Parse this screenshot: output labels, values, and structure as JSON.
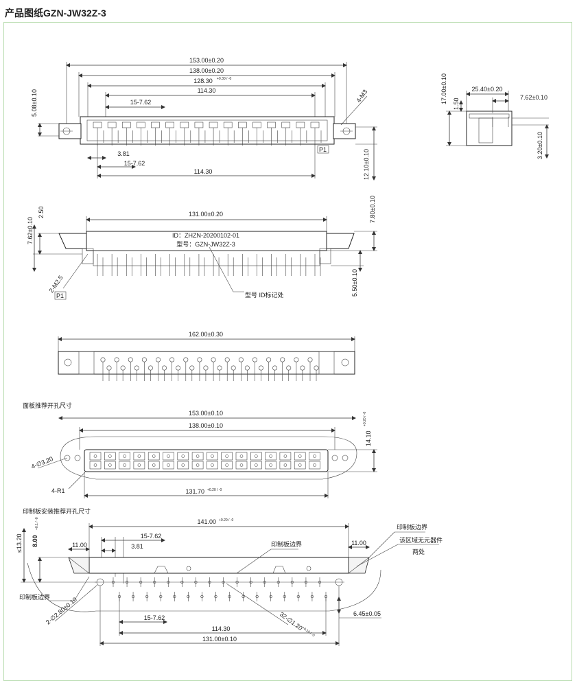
{
  "title": "产品图纸GZN-JW32Z-3",
  "top_view": {
    "d_overall": "153.00±0.20",
    "d_mid": "138.00±0.20",
    "d_inner_prefix": "128.30",
    "d_inner_tol": "+0.30 / -0",
    "d_pins_top": "114.30",
    "d_pitch_top": "15-7.62",
    "d_height_left": "5.08±0.10",
    "d_holes": "4-M3",
    "d_pin_spacing": "3.81",
    "d_pitch_bottom": "15-7.62",
    "d_pins_bottom": "114.30",
    "d_height_right": "12.10±0.10",
    "pin_marker": "P1"
  },
  "side_view": {
    "d_height": "17.00±0.10",
    "d_step": "1.50",
    "d_width": "25.40±0.20",
    "d_pin": "7.62±0.10",
    "d_bottom": "3.20±0.10"
  },
  "front_view": {
    "d_width": "131.00±0.20",
    "d_left_top": "2.50",
    "d_left": "7.62±0.10",
    "d_right_top": "7.80±0.10",
    "d_right_bottom": "5.50±0.10",
    "id_text": "ID：ZHZN-20200102-01",
    "model_text": "型号：GZN-JW32Z-3",
    "callout": "型号  ID标记处",
    "holes": "2-M2.5",
    "pin_marker": "P1"
  },
  "bottom_view": {
    "d_width": "162.00±0.30"
  },
  "panel_cutout": {
    "heading": "面板推荐开孔尺寸",
    "d_outer": "153.00±0.10",
    "d_mid": "138.00±0.10",
    "d_height": "14.10",
    "d_height_tol": "+0.20 / -0",
    "d_holes": "4-∅3.20",
    "d_radius": "4-R1",
    "d_bottom_prefix": "131.70",
    "d_bottom_tol": "+0.20 / -0"
  },
  "pcb_layout": {
    "heading": "印制板安装推荐开孔尺寸",
    "d_top_prefix": "141.00",
    "d_top_tol": "+0.20 / -0",
    "d_pitch": "15-7.62",
    "d_offset": "3.81",
    "d_left_margin": "11.00",
    "d_right_margin": "11.00",
    "d_left_13": "≤13.20",
    "d_left_8": "8.00",
    "d_left_8_tol": "+0.1 / -0",
    "label_pcb_edge_right": "印制板边界",
    "label_pcb_edge_center": "印制板边界",
    "label_keepout_1": "该区域无元器件",
    "label_keepout_2": "两处",
    "label_pcb_edge_left": "印制板边界",
    "d_mount_holes": "2-∅2.80±0.10",
    "d_pin_holes": "32-∅1.20",
    "d_pin_holes_tol": "+0.10 / -0",
    "d_row_spacing": "6.45±0.05",
    "d_pitch_bottom": "15-7.62",
    "d_pins": "114.30",
    "d_total": "131.00±0.10"
  }
}
